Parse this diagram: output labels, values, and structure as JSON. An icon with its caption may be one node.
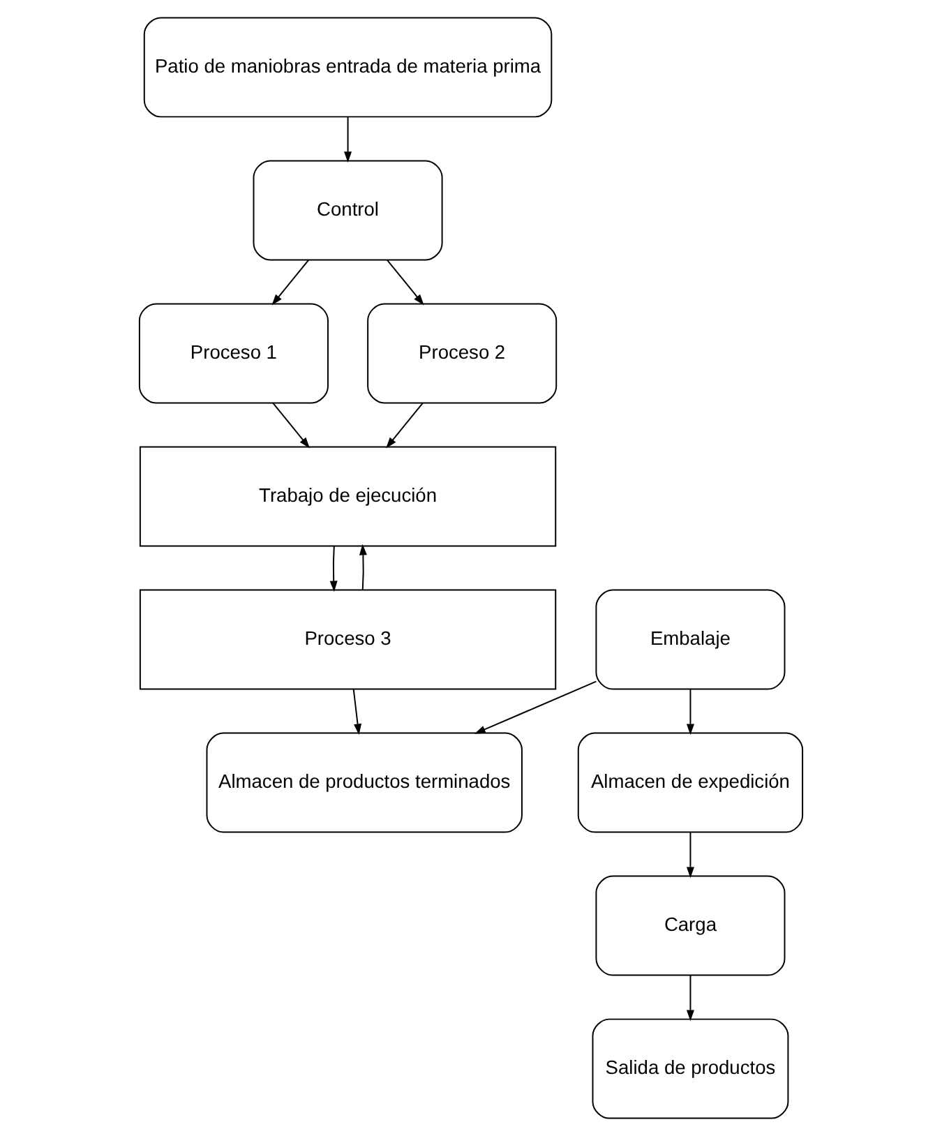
{
  "diagram": {
    "nodes": [
      {
        "text": [
          "Patio de maniobras entrada de materia prima"
        ]
      },
      {
        "text": [
          "Control"
        ]
      },
      {
        "text": [
          "Proceso 1"
        ]
      },
      {
        "text": [
          "Proceso 2"
        ]
      },
      {
        "text": [
          "Salida de productos"
        ]
      },
      {
        "text": [
          "Trabajo de ejecución"
        ]
      },
      {
        "text": [
          "Carga"
        ]
      },
      {
        "text": [
          "Proceso 3"
        ]
      },
      {
        "text": [
          "Almacen de expedición"
        ]
      },
      {
        "text": [
          "Embalaje"
        ]
      },
      {
        "text": [
          "Almacen de productos terminados"
        ]
      }
    ],
    "edges": [
      {
        "from": 0,
        "to": 1,
        "arrow": "to"
      },
      {
        "from": 1,
        "to": 2,
        "arrow": "to"
      },
      {
        "from": 1,
        "to": 3,
        "arrow": "to"
      },
      {
        "from": 2,
        "to": 5,
        "arrow": "to"
      },
      {
        "from": 3,
        "to": 5,
        "arrow": "to"
      },
      {
        "from": 5,
        "to": 7,
        "arrow": "to"
      },
      {
        "from": 7,
        "to": 5,
        "arrow": "to"
      },
      {
        "from": 7,
        "to": 10,
        "arrow": "to"
      },
      {
        "from": 9,
        "to": 8,
        "arrow": "to"
      },
      {
        "from": 9,
        "to": 10,
        "arrow": "to"
      },
      {
        "from": 8,
        "to": 6,
        "arrow": "to"
      },
      {
        "from": 6,
        "to": 4,
        "arrow": "to"
      }
    ]
  }
}
